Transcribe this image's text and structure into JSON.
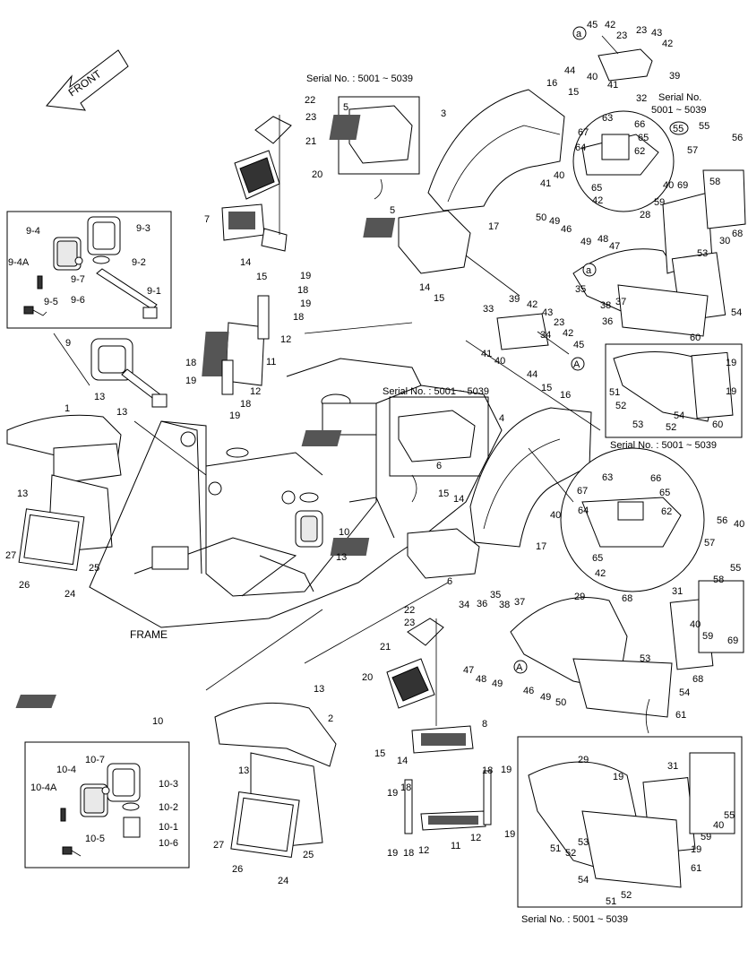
{
  "front_arrow": {
    "label": "FRONT"
  },
  "serial_labels": [
    "Serial No. : 5001 ~ 5039",
    "Serial No.",
    "5001 ~ 5039",
    "Serial No. : 5001 ~ 5039",
    "Serial No. : 5001 ~ 5039",
    "Serial No. : 5001 ~ 5039"
  ],
  "frame_label": "FRAME",
  "callouts": {
    "a_circle": "a",
    "A_circle": "A",
    "c55": "55"
  },
  "part_labels": {
    "p1": "1",
    "p2": "2",
    "p3": "3",
    "p4": "4",
    "p5a": "5",
    "p5b": "5",
    "p6a": "6",
    "p6b": "6",
    "p7": "7",
    "p8": "8",
    "p9": "9",
    "p9_1": "9-1",
    "p9_2": "9-2",
    "p9_3": "9-3",
    "p9_4": "9-4",
    "p9_4A": "9-4A",
    "p9_5": "9-5",
    "p9_6": "9-6",
    "p9_7": "9-7",
    "p10": "10",
    "p10b": "10",
    "p10_1": "10-1",
    "p10_2": "10-2",
    "p10_3": "10-3",
    "p10_4": "10-4",
    "p10_4A": "10-4A",
    "p10_5": "10-5",
    "p10_6": "10-6",
    "p10_7": "10-7",
    "p11a": "11",
    "p11b": "11",
    "p12a": "12",
    "p12b": "12",
    "p12c": "12",
    "p12d": "12",
    "p13a": "13",
    "p13b": "13",
    "p13c": "13",
    "p13d": "13",
    "p13e": "13",
    "p13f": "13",
    "p14a": "14",
    "p14b": "14",
    "p14c": "14",
    "p14d": "14",
    "p14e": "14",
    "p15a": "15",
    "p15b": "15",
    "p15c": "15",
    "p15d": "15",
    "p15e": "15",
    "p15f": "15",
    "p16a": "16",
    "p16b": "16",
    "p17a": "17",
    "p17b": "17",
    "p18a": "18",
    "p18b": "18",
    "p18c": "18",
    "p18d": "18",
    "p18e": "18",
    "p18f": "18",
    "p18g": "18",
    "p19a": "19",
    "p19b": "19",
    "p19c": "19",
    "p19d": "19",
    "p19e": "19",
    "p19f": "19",
    "p19g": "19",
    "p19h": "19",
    "p19i": "19",
    "p19j": "19",
    "p19k": "19",
    "p19l": "19",
    "p20a": "20",
    "p20b": "20",
    "p21a": "21",
    "p21b": "21",
    "p22a": "22",
    "p22b": "22",
    "p23a": "23",
    "p23b": "23",
    "p23c": "23",
    "p23d": "23",
    "p23e": "23",
    "p24a": "24",
    "p24b": "24",
    "p25a": "25",
    "p25b": "25",
    "p26a": "26",
    "p26b": "26",
    "p27a": "27",
    "p27b": "27",
    "p28": "28",
    "p29a": "29",
    "p29b": "29",
    "p30": "30",
    "p31a": "31",
    "p31b": "31",
    "p32": "32",
    "p33": "33",
    "p34a": "34",
    "p34b": "34",
    "p35a": "35",
    "p35b": "35",
    "p36a": "36",
    "p36b": "36",
    "p37a": "37",
    "p37b": "37",
    "p38a": "38",
    "p38b": "38",
    "p39a": "39",
    "p39b": "39",
    "p40a": "40",
    "p40b": "40",
    "p40c": "40",
    "p40d": "40",
    "p40e": "40",
    "p40f": "40",
    "p40g": "40",
    "p40h": "40",
    "p41a": "41",
    "p41b": "41",
    "p41c": "41",
    "p42a": "42",
    "p42b": "42",
    "p42c": "42",
    "p42d": "42",
    "p42e": "42",
    "p42f": "42",
    "p43a": "43",
    "p43b": "43",
    "p44a": "44",
    "p44b": "44",
    "p45a": "45",
    "p45b": "45",
    "p46a": "46",
    "p46b": "46",
    "p47a": "47",
    "p47b": "47",
    "p48a": "48",
    "p48b": "48",
    "p49a": "49",
    "p49b": "49",
    "p49c": "49",
    "p49d": "49",
    "p50a": "50",
    "p50b": "50",
    "p51a": "51",
    "p51b": "51",
    "p51c": "51",
    "p52a": "52",
    "p52b": "52",
    "p52c": "52",
    "p52d": "52",
    "p53a": "53",
    "p53b": "53",
    "p53c": "53",
    "p53d": "53",
    "p54a": "54",
    "p54b": "54",
    "p54c": "54",
    "p54d": "54",
    "p55a": "55",
    "p55b": "55",
    "p55c": "55",
    "p56a": "56",
    "p56b": "56",
    "p57a": "57",
    "p57b": "57",
    "p58a": "58",
    "p58b": "58",
    "p59a": "59",
    "p59b": "59",
    "p59c": "59",
    "p60a": "60",
    "p60b": "60",
    "p61a": "61",
    "p61b": "61",
    "p62a": "62",
    "p62b": "62",
    "p63a": "63",
    "p63b": "63",
    "p64a": "64",
    "p64b": "64",
    "p65a": "65",
    "p65b": "65",
    "p65c": "65",
    "p65d": "65",
    "p66a": "66",
    "p66b": "66",
    "p67a": "67",
    "p67b": "67",
    "p68a": "68",
    "p68b": "68",
    "p68c": "68",
    "p69a": "69",
    "p69b": "69"
  }
}
